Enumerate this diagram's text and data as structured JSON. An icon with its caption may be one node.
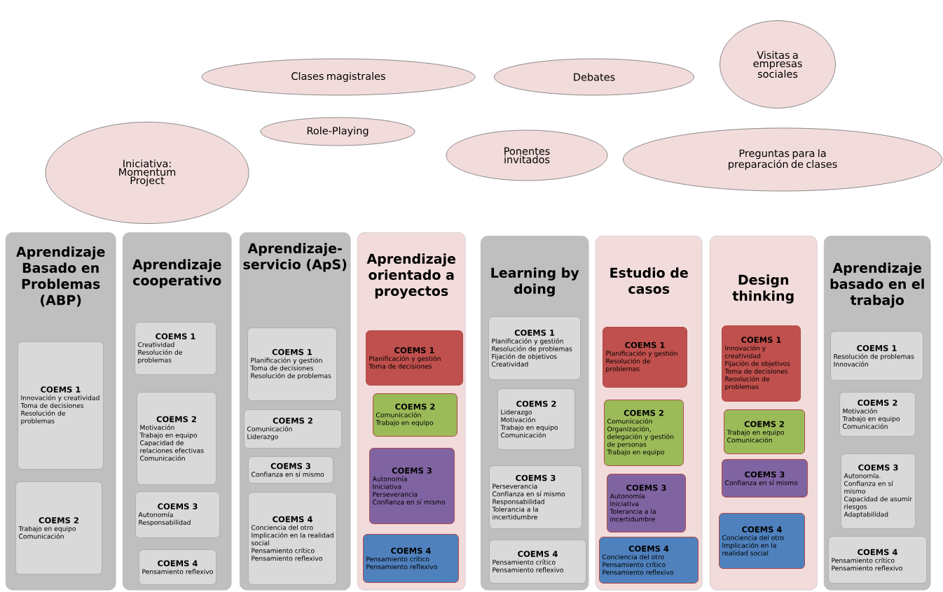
{
  "diagram": {
    "nodes": [
      {
        "text": [
          "Clases magistrales"
        ]
      },
      {
        "text": [
          "Debates"
        ]
      },
      {
        "text": [
          "Visitas a empresas sociales"
        ]
      },
      {
        "text": [
          "Iniciativa: Momentum Project"
        ]
      },
      {
        "text": [
          "Role-Playing"
        ]
      },
      {
        "text": [
          "Ponentes invitados"
        ]
      },
      {
        "text": [
          "Preguntas para la preparación de clases"
        ]
      },
      {
        "text": [
          "Aprendizaje Basado en Problemas (ABP)"
        ]
      },
      {
        "text": [
          "COEMS 1",
          "Innovación y creatividad",
          "Toma de decisiones",
          "Resolución de problemas"
        ],
        "in": 7
      },
      {
        "text": [
          "COEMS 2",
          "Trabajo en equipo",
          "Comunicación"
        ],
        "in": 7
      },
      {
        "text": [
          "Aprendizaje cooperativo"
        ]
      },
      {
        "text": [
          "COEMS 1",
          "Creatividad",
          "Resolución de problemas"
        ],
        "in": 10
      },
      {
        "text": [
          "COEMS 2",
          "Motivación",
          "Trabajo en equipo",
          "Capacidad de relaciones efectivas",
          "Comunicación"
        ],
        "in": 10
      },
      {
        "text": [
          "COEMS 3",
          "Autonomía",
          "Responsabilidad"
        ],
        "in": 10
      },
      {
        "text": [
          "COEMS 4",
          "Pensamiento reflexivo"
        ],
        "in": 10
      },
      {
        "text": [
          "Aprendizaje-servicio (ApS)"
        ]
      },
      {
        "text": [
          "COEMS 1",
          "Planificación y gestión",
          "Toma de decisiones",
          "Resolución de problemas"
        ],
        "in": 15
      },
      {
        "text": [
          "COEMS 2",
          "Comunicación",
          "Liderazgo"
        ],
        "in": 15
      },
      {
        "text": [
          "COEMS 3",
          "Confianza en sí mismo"
        ],
        "in": 15
      },
      {
        "text": [
          "COEMS 4",
          "Conciencia del otro",
          "Implicación en la realidad social",
          "Pensamiento crítico",
          "Pensamiento reflexivo"
        ],
        "in": 15
      },
      {
        "text": [
          "Aprendizaje orientado a proyectos"
        ]
      },
      {
        "text": [
          "COEMS 1",
          "Planificación y gestión",
          "Toma de decisiones"
        ],
        "in": 20
      },
      {
        "text": [
          "COEMS 2",
          "Comunicación",
          "Trabajo en equipo"
        ],
        "in": 20
      },
      {
        "text": [
          "COEMS 3",
          "Autonomía",
          "Iniciativa",
          "Perseverancia",
          "Confianza en sí mismo"
        ],
        "in": 20
      },
      {
        "text": [
          "COEMS 4",
          "Pensamiento crítico",
          "Pensamiento reflexivo"
        ],
        "in": 20
      },
      {
        "text": [
          "Learning by doing"
        ]
      },
      {
        "text": [
          "COEMS 1",
          "Planificación y gestión",
          "Resolución de problemas",
          "Fijación de objetivos",
          "Creatividad"
        ],
        "in": 25
      },
      {
        "text": [
          "COEMS 2",
          "Liderazgo",
          "Motivación",
          "Trabajo en equipo",
          "Comunicación"
        ],
        "in": 25
      },
      {
        "text": [
          "COEMS 3",
          "Perseverancia",
          "Confianza en sí mismo",
          "Responsabilidad",
          "Tolerancia a la incertidumbre"
        ],
        "in": 25
      },
      {
        "text": [
          "COEMS 4",
          "Pensamiento crítico",
          "Pensamiento reflexivo"
        ],
        "in": 25
      },
      {
        "text": [
          "Estudio de casos"
        ]
      },
      {
        "text": [
          "COEMS 1",
          "Planificación y gestión",
          "Resolución de problemas"
        ],
        "in": 30
      },
      {
        "text": [
          "COEMS 2",
          "Comunicación",
          "Organización, delegación y gestión de personas",
          "Trabajo en equipo"
        ],
        "in": 30
      },
      {
        "text": [
          "COEMS 3",
          "Autonomía",
          "Iniciativa",
          "Tolerancia a la incertidumbre"
        ],
        "in": 30
      },
      {
        "text": [
          "COEMS 4",
          "Conciencia del otro",
          "Pensamiento crítico",
          "Pensamiento reflexivo"
        ],
        "in": 30
      },
      {
        "text": [
          "Design thinking"
        ]
      },
      {
        "text": [
          "COEMS 1",
          "Innovación y creatividad",
          "Fijación de objetivos",
          "Toma de decisiones",
          "Resolución de problemas"
        ],
        "in": 35
      },
      {
        "text": [
          "COEMS 2",
          "Trabajo en equipo",
          "Comunicación"
        ],
        "in": 35
      },
      {
        "text": [
          "COEMS 3",
          "Confianza en sí mismo"
        ],
        "in": 35
      },
      {
        "text": [
          "COEMS 4",
          "Conciencia del otro",
          "Implicación en la realidad social"
        ],
        "in": 35
      },
      {
        "text": [
          "Aprendizaje basado en el trabajo"
        ]
      },
      {
        "text": [
          "COEMS 1",
          "Resolución de problemas",
          "Innovación"
        ],
        "in": 40
      },
      {
        "text": [
          "COEMS 2",
          "Motivación",
          "Trabajo en equipo",
          "Comunicación"
        ],
        "in": 40
      },
      {
        "text": [
          "COEMS 3",
          "Autonomía.",
          "Confianza en sí mismo",
          "Capacidad de asumir riesgos",
          "Adaptabilidad"
        ],
        "in": 40
      },
      {
        "text": [
          "COEMS 4",
          "Pensamiento crítico",
          "Pensamiento reflexivo"
        ],
        "in": 40
      }
    ]
  }
}
